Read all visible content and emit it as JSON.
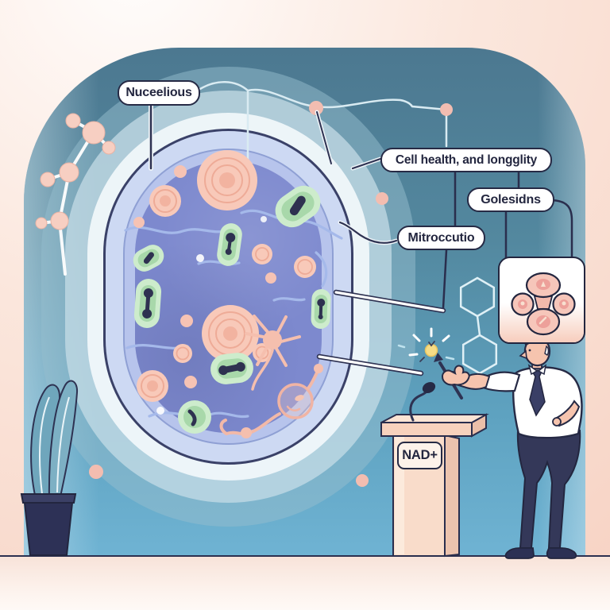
{
  "labels": {
    "nucleus": "Nuceelious",
    "cell_health": "Cell health, and longglity",
    "mitochondria": "Mitroccutio",
    "golgi": "Golesidns",
    "podium_sign": "NAD+"
  },
  "colors": {
    "background_peach": "#f7d2c3",
    "panel_teal": "#4c7890",
    "cell_membrane": "#cdd9f3",
    "cytoplasm": "#7d89ce",
    "organelle_pink": "#f8c9b9",
    "organelle_green": "#a8d8aa",
    "outline_navy": "#2e3252",
    "sparkle_yellow": "#f6dc86"
  },
  "icons": [
    "microphone-icon",
    "sparkle-icon",
    "molecule-chain-icon",
    "hexagon-molecule-icon",
    "plant-icon"
  ]
}
